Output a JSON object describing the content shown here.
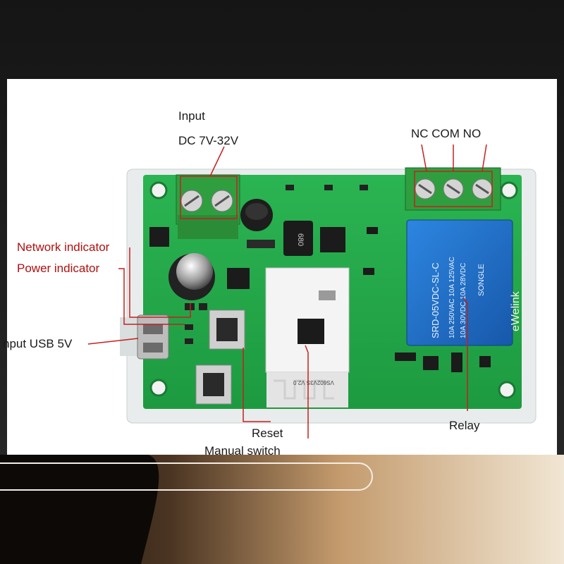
{
  "labels": {
    "input_title": "Input",
    "input_range": "DC 7V-32V",
    "relay_terminals": "NC COM NO",
    "network_indicator": "Network indicator",
    "power_indicator": "Power indicator",
    "usb_input": "nput USB 5V",
    "reset": "Reset",
    "manual_switch": "Manual switch",
    "relay": "Relay"
  },
  "board_markings": {
    "inductor_code": "680",
    "module_code": "VS602V3S V2.0",
    "relay_part": "SRD-05VDC-SL-C",
    "relay_rating_1": "10A 250VAC 10A 125VAC",
    "relay_rating_2": "10A 30VDC 10A 28VDC",
    "relay_brand": "SONGLE",
    "brand": "eWelink"
  },
  "colors": {
    "pcb": "#23a94a",
    "terminal": "#2f9e3f",
    "relay": "#1f6fc8",
    "callout": "#c42020",
    "background_bottom": "#9c7a52"
  }
}
